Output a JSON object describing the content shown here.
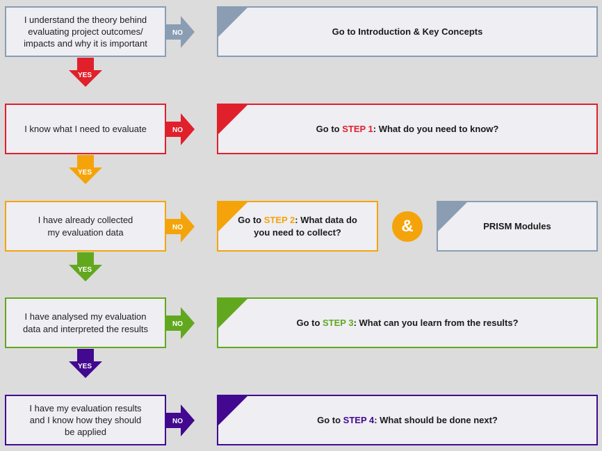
{
  "colors": {
    "grey": "#8a9db2",
    "red": "#e0202a",
    "orange": "#f4a40a",
    "green": "#62a81f",
    "purple": "#42088f"
  },
  "rows": [
    {
      "question": "I understand the theory behind evaluating project outcomes/ impacts and why it is important",
      "no_label": "NO",
      "yes_label": "YES",
      "target_prefix": "Go to Introduction & Key Concepts",
      "step": "",
      "target_suffix": ""
    },
    {
      "question": "I know what I need to evaluate",
      "no_label": "NO",
      "yes_label": "YES",
      "target_prefix": "Go to ",
      "step": "STEP 1",
      "target_suffix": ": What do you need to know?"
    },
    {
      "question": "I have already collected my evaluation data",
      "no_label": "NO",
      "yes_label": "YES",
      "target_prefix": "Go to ",
      "step": "STEP 2",
      "target_suffix": ": What data do you need to collect?"
    },
    {
      "question": "I have analysed my evaluation data and interpreted the results",
      "no_label": "NO",
      "yes_label": "YES",
      "target_prefix": "Go to ",
      "step": "STEP 3",
      "target_suffix": ": What can you learn from the results?"
    },
    {
      "question": "I have my evaluation results and I know how they should be applied",
      "no_label": "NO",
      "target_prefix": "Go to ",
      "step": "STEP 4",
      "target_suffix": ": What should be done next?"
    }
  ],
  "ampersand": "&",
  "prism_label": "PRISM Modules"
}
